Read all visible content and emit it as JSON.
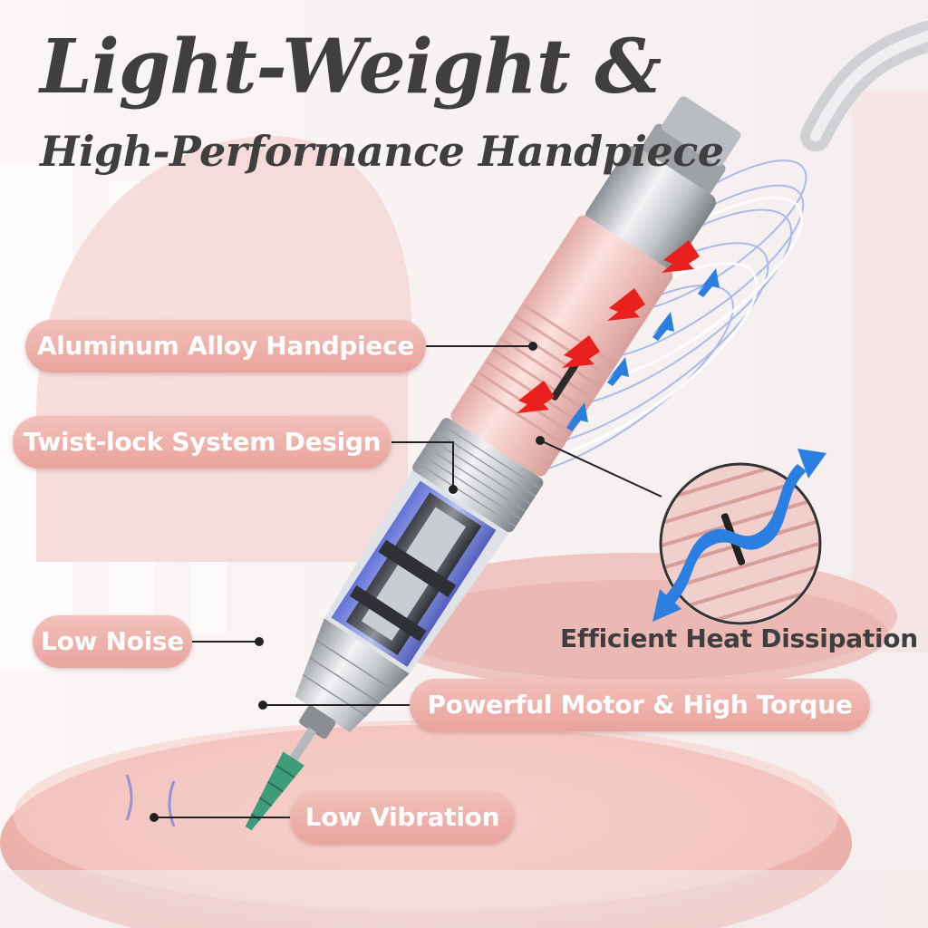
{
  "title": {
    "line1": "Light-Weight &",
    "line2": "High-Performance Handpiece"
  },
  "callouts": {
    "aluminum": "Aluminum Alloy Handpiece",
    "twist_lock": "Twist-lock System Design",
    "low_noise": "Low Noise",
    "motor": "Powerful Motor & High Torque",
    "low_vibration": "Low Vibration",
    "heat": "Efficient Heat Dissipation"
  },
  "colors": {
    "pill": "#eba8a1",
    "title": "#3f3f3f",
    "hot_arrow": "#e8201e",
    "cool_arrow": "#2a7fe0",
    "handpiece_pink": "#f0c9c6"
  },
  "icons": [
    "heat-in-arrow-icon",
    "airflow-out-arrow-icon",
    "heat-flow-wave-icon"
  ]
}
